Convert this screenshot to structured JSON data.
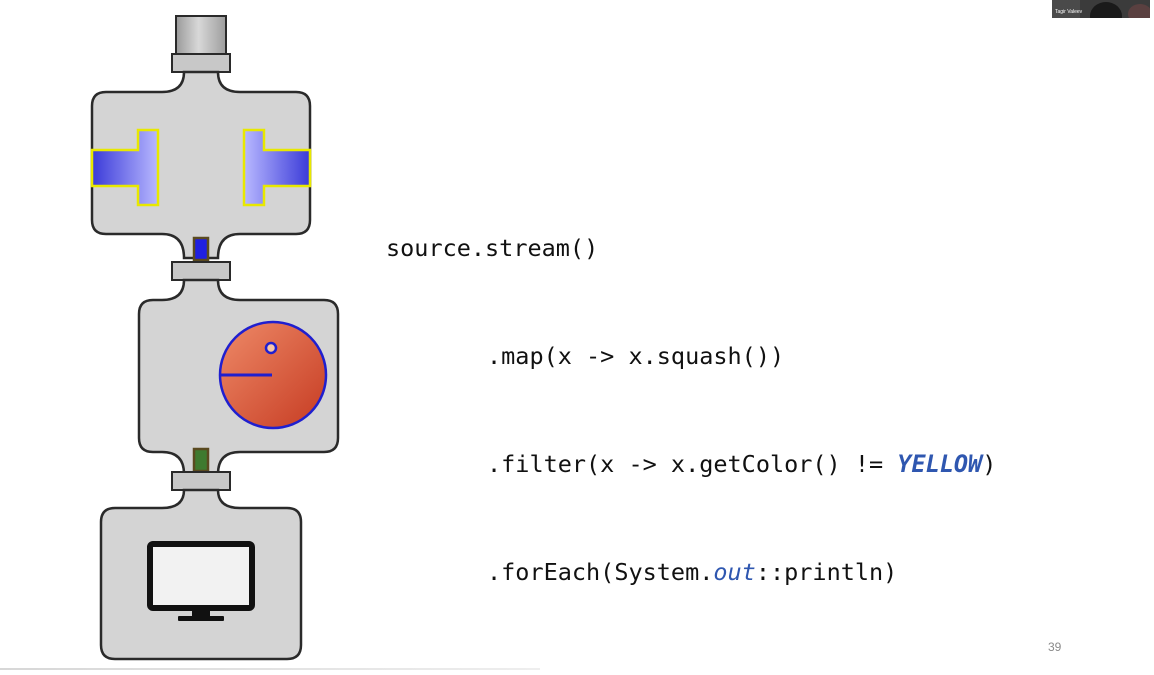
{
  "code": {
    "line1": "source.stream()",
    "line2": ".map(x -> x.squash())",
    "line3_prefix": ".filter(x -> x.getColor() != ",
    "line3_keyword": "YELLOW",
    "line3_suffix": ")",
    "line4_prefix": ".forEach(System.",
    "line4_keyword": "out",
    "line4_suffix": "::println)"
  },
  "slide": {
    "number": "39"
  },
  "webcam": {
    "label": "Tagir Valeev"
  },
  "colors": {
    "machine_body": "#d4d4d4",
    "machine_outline": "#2a2a2a",
    "squasher_blue": "#3838d8",
    "squasher_outline": "#e8e800",
    "filter_dial": "#d2553a",
    "filter_dial_outline": "#1f1fcf",
    "item_blue": "#2020e0",
    "item_green": "#3f7a2f",
    "keyword_blue": "#2f57b0"
  },
  "icons": {
    "pipe_top": "pipe-icon",
    "squasher": "squasher-icon",
    "filter": "filter-dial-icon",
    "output": "monitor-icon"
  }
}
